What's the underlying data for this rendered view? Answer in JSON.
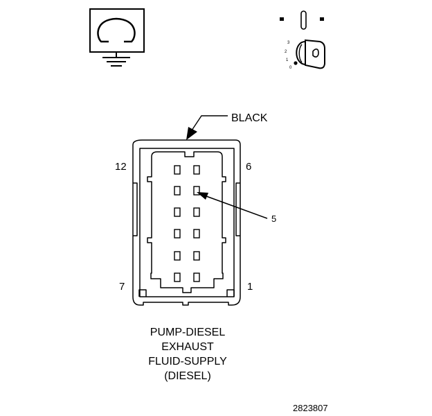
{
  "connector": {
    "color_label": "BLACK",
    "pin_labels": {
      "top_left": "12",
      "top_right": "6",
      "bottom_left": "7",
      "bottom_right": "1"
    },
    "callout_pin": "5",
    "pin_count": 12
  },
  "title": {
    "line1": "PUMP-DIESEL",
    "line2": "EXHAUST",
    "line3": "FLUID-SUPPLY",
    "line4": "(DIESEL)"
  },
  "ignition_switch": {
    "positions": [
      "3",
      "2",
      "1",
      "0"
    ]
  },
  "figure_number": "2823807",
  "icons": {
    "ground": "ground-symbol-icon",
    "ignition": "ignition-key-switch-icon"
  },
  "colors": {
    "line": "#000000",
    "background": "#ffffff"
  }
}
